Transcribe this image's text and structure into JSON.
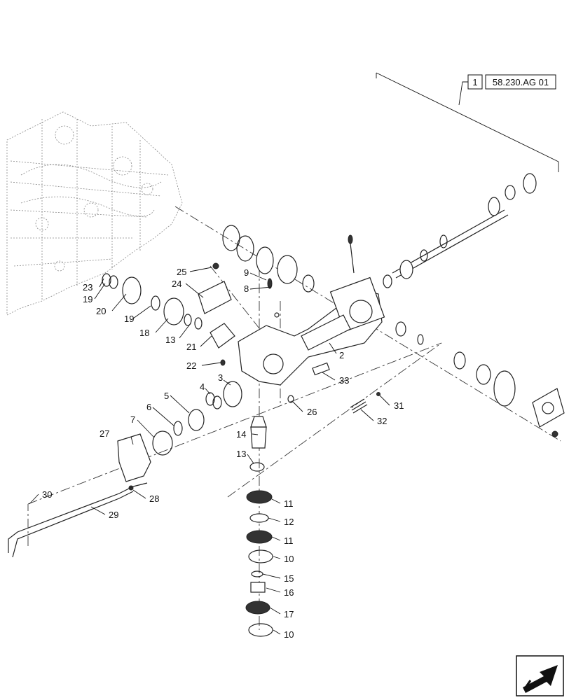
{
  "reference": {
    "item_number": "1",
    "section_code": "58.230.AG 01"
  },
  "callouts": [
    {
      "id": "c2",
      "text": "2"
    },
    {
      "id": "c3",
      "text": "3"
    },
    {
      "id": "c4",
      "text": "4"
    },
    {
      "id": "c5",
      "text": "5"
    },
    {
      "id": "c6",
      "text": "6"
    },
    {
      "id": "c7",
      "text": "7"
    },
    {
      "id": "c8",
      "text": "8"
    },
    {
      "id": "c9",
      "text": "9"
    },
    {
      "id": "c10a",
      "text": "10"
    },
    {
      "id": "c10b",
      "text": "10"
    },
    {
      "id": "c11a",
      "text": "11"
    },
    {
      "id": "c11b",
      "text": "11"
    },
    {
      "id": "c12",
      "text": "12"
    },
    {
      "id": "c13a",
      "text": "13"
    },
    {
      "id": "c13b",
      "text": "13"
    },
    {
      "id": "c14",
      "text": "14"
    },
    {
      "id": "c15",
      "text": "15"
    },
    {
      "id": "c16",
      "text": "16"
    },
    {
      "id": "c17",
      "text": "17"
    },
    {
      "id": "c18",
      "text": "18"
    },
    {
      "id": "c19a",
      "text": "19"
    },
    {
      "id": "c19b",
      "text": "19"
    },
    {
      "id": "c20",
      "text": "20"
    },
    {
      "id": "c21",
      "text": "21"
    },
    {
      "id": "c22",
      "text": "22"
    },
    {
      "id": "c23",
      "text": "23"
    },
    {
      "id": "c24",
      "text": "24"
    },
    {
      "id": "c25",
      "text": "25"
    },
    {
      "id": "c26",
      "text": "26"
    },
    {
      "id": "c27",
      "text": "27"
    },
    {
      "id": "c28",
      "text": "28"
    },
    {
      "id": "c29",
      "text": "29"
    },
    {
      "id": "c30",
      "text": "30"
    },
    {
      "id": "c31",
      "text": "31"
    },
    {
      "id": "c32",
      "text": "32"
    },
    {
      "id": "c33",
      "text": "33"
    }
  ],
  "nav_icon": "arrow-back-icon"
}
